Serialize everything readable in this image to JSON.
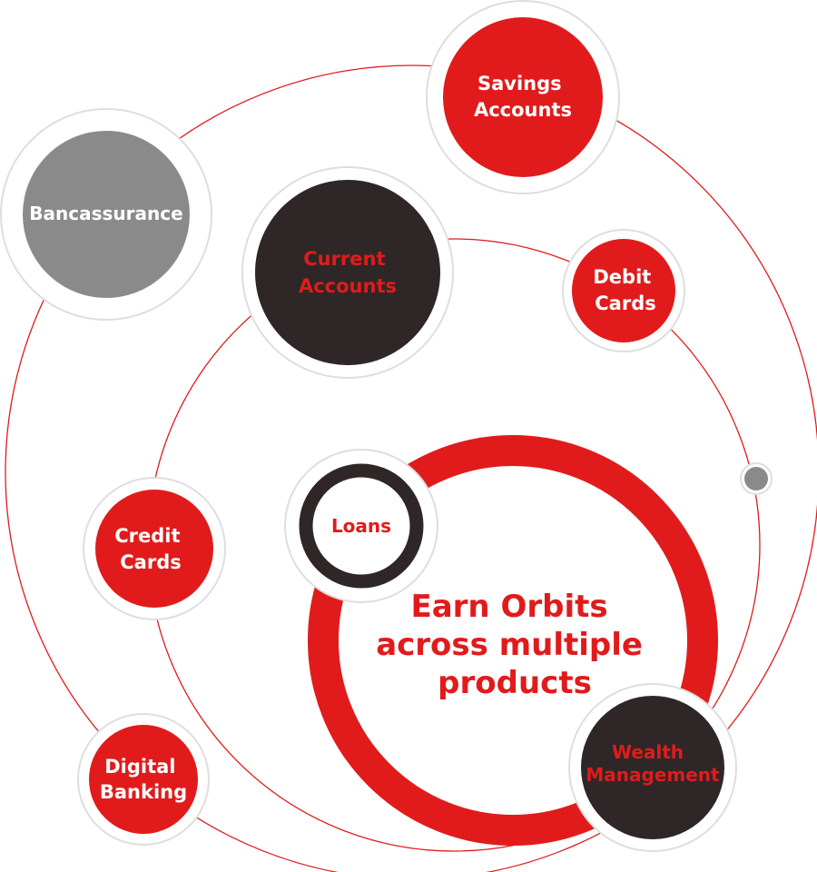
{
  "colors": {
    "red": "#e11b1b",
    "dark": "#2f2727",
    "grey": "#8a8a8a",
    "ring": "#dedede",
    "white": "#ffffff"
  },
  "center": {
    "title_lines": [
      "Earn Orbits",
      "across multiple",
      "products"
    ]
  },
  "products": {
    "savings": [
      "Savings",
      "Accounts"
    ],
    "bancassurance": [
      "Bancassurance"
    ],
    "current": [
      "Current",
      "Accounts"
    ],
    "debit": [
      "Debit",
      "Cards"
    ],
    "loans": [
      "Loans"
    ],
    "credit": [
      "Credit",
      "Cards"
    ],
    "digital": [
      "Digital",
      "Banking"
    ],
    "wealth": [
      "Wealth",
      "Management"
    ]
  }
}
